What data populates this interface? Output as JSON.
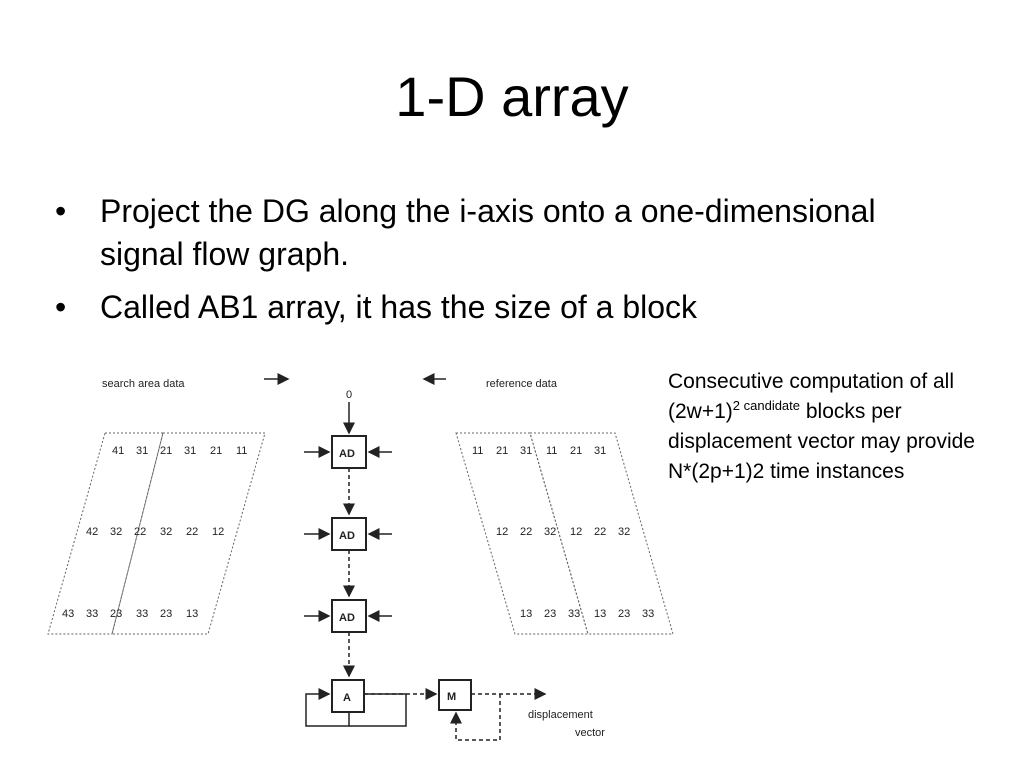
{
  "slide": {
    "title": "1-D array",
    "bullets": [
      "Project the DG along the i-axis onto a one-dimensional signal flow graph.",
      "Called AB1 array, it has the size of a block"
    ],
    "bullet_symbol": "•",
    "side_note": {
      "line1": "Consecutive computation of all (2w+1)",
      "sup1": "2 candidate",
      "line2": "blocks per displacement vector may provide N*(2p+1)2 time instances"
    }
  },
  "diagram": {
    "search_label": "search area data",
    "reference_label": "reference data",
    "zero_label": "0",
    "ad_label": "AD",
    "a_label": "A",
    "m_label": "M",
    "out_label_1": "displacement",
    "out_label_2": "vector",
    "search_rows": [
      [
        "41",
        "31",
        "21",
        "31",
        "21",
        "11"
      ],
      [
        "42",
        "32",
        "22",
        "32",
        "22",
        "12"
      ],
      [
        "43",
        "33",
        "23",
        "33",
        "23",
        "13"
      ]
    ],
    "reference_rows": [
      [
        "11",
        "21",
        "31",
        "11",
        "21",
        "31"
      ],
      [
        "12",
        "22",
        "32",
        "12",
        "22",
        "32"
      ],
      [
        "13",
        "23",
        "33",
        "13",
        "23",
        "33"
      ]
    ]
  }
}
